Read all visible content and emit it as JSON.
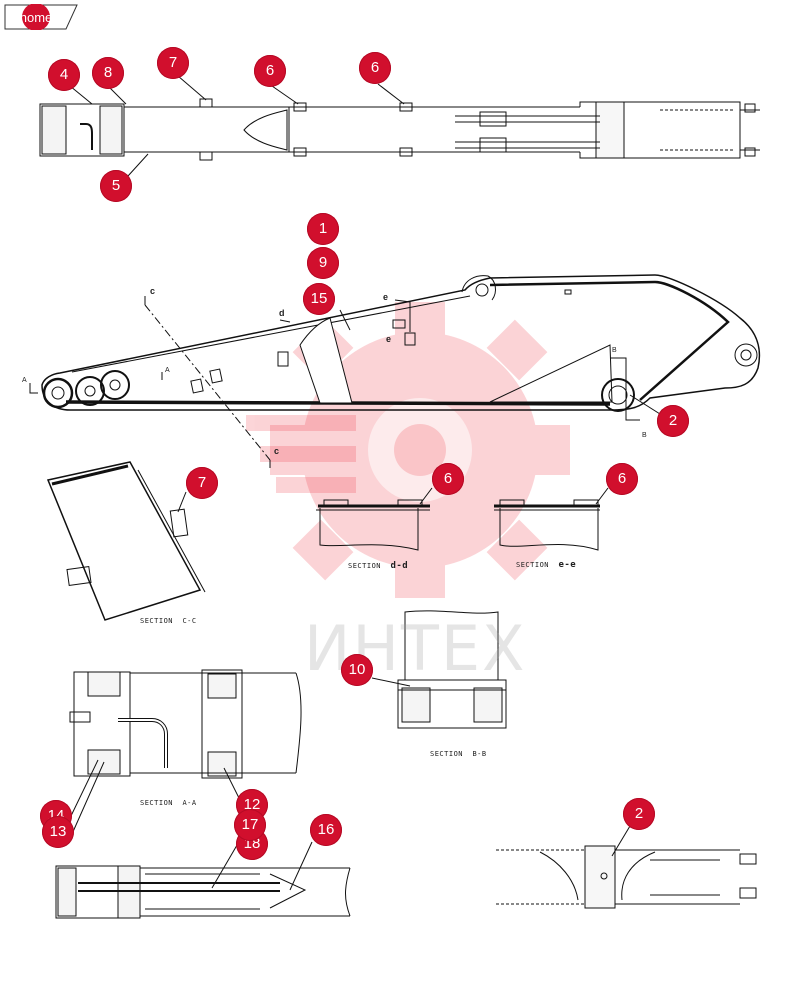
{
  "nav": {
    "home_label": "home"
  },
  "watermark": {
    "text": "ИНТЕХ",
    "color": "#ef2b3a"
  },
  "colors": {
    "callout": "#d10f2d",
    "line": "#111111"
  },
  "section_labels": {
    "c": {
      "prefix": "SECTION",
      "mark": "C-C"
    },
    "d": {
      "prefix": "SECTION",
      "mark": "d-d"
    },
    "e": {
      "prefix": "SECTION",
      "mark": "e-e"
    },
    "a": {
      "prefix": "SECTION",
      "mark": "A-A"
    },
    "b": {
      "prefix": "SECTION",
      "mark": "B-B"
    }
  },
  "view_marks": {
    "c_top": "c",
    "c_bottom": "c",
    "d": "d",
    "e_top": "e",
    "e_bottom": "e",
    "a_left": "A",
    "a_right": "A",
    "b_top": "B",
    "b_bottom": "B"
  },
  "callouts": [
    {
      "id": "c4",
      "label": "4"
    },
    {
      "id": "c8",
      "label": "8"
    },
    {
      "id": "c7a",
      "label": "7"
    },
    {
      "id": "c6a",
      "label": "6"
    },
    {
      "id": "c6b",
      "label": "6"
    },
    {
      "id": "c5",
      "label": "5"
    },
    {
      "id": "c1",
      "label": "1"
    },
    {
      "id": "c9",
      "label": "9"
    },
    {
      "id": "c15",
      "label": "15"
    },
    {
      "id": "c2a",
      "label": "2"
    },
    {
      "id": "c7b",
      "label": "7"
    },
    {
      "id": "c6c",
      "label": "6"
    },
    {
      "id": "c6d",
      "label": "6"
    },
    {
      "id": "c10",
      "label": "10"
    },
    {
      "id": "c14",
      "label": "14"
    },
    {
      "id": "c13",
      "label": "13"
    },
    {
      "id": "c12",
      "label": "12"
    },
    {
      "id": "c17",
      "label": "17"
    },
    {
      "id": "c18",
      "label": "18"
    },
    {
      "id": "c16",
      "label": "16"
    },
    {
      "id": "c2b",
      "label": "2"
    }
  ]
}
